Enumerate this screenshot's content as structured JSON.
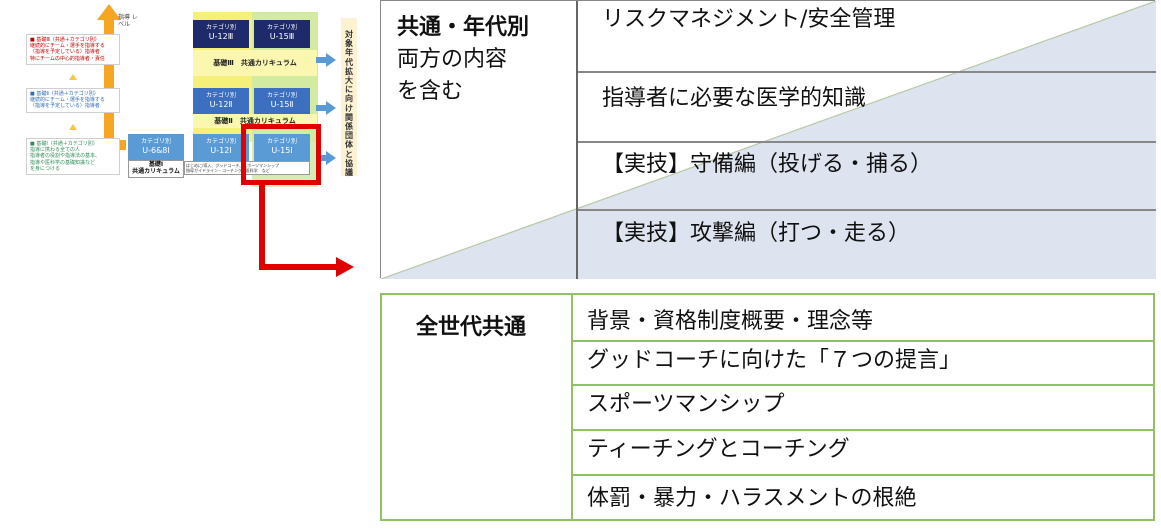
{
  "mini_diagram": {
    "guide_label": "指導\nレベル",
    "levels": [
      {
        "title": "■ 基礎Ⅲ（共通＋カテゴリ別）",
        "body": "継続的にチーム・選手を指導する\n（指導を予定している）指導者\n特にチームの中心的指導者・責任"
      },
      {
        "title": "■ 基礎Ⅱ（共通＋カテゴリ別）",
        "body": "継続的にチーム・選手を指導する\n（指導を予定している）指導者"
      },
      {
        "title": "■ 基礎Ⅰ（共通＋カテゴリ別）",
        "body": "指導に携わる全ての人\n指導者の役割や指導法の基本、\n指導や医科学の基礎知識など\nを身につける"
      }
    ],
    "categories": {
      "u12_3": {
        "small": "カテゴリ別",
        "big": "U-12Ⅲ"
      },
      "u15_3": {
        "small": "カテゴリ別",
        "big": "U-15Ⅲ"
      },
      "u12_2": {
        "small": "カテゴリ別",
        "big": "U-12Ⅱ"
      },
      "u15_2": {
        "small": "カテゴリ別",
        "big": "U-15Ⅱ"
      },
      "u68_1": {
        "small": "カテゴリ別",
        "big": "U-6&8Ⅰ"
      },
      "u12_1": {
        "small": "カテゴリ別",
        "big": "U-12Ⅰ"
      },
      "u15_1": {
        "small": "カテゴリ別",
        "big": "U-15Ⅰ"
      }
    },
    "kiso3": "基礎Ⅲ　共通カリキュラム",
    "kiso2": "基礎Ⅱ　共通カリキュラム",
    "kiso1": "基礎Ⅰ\n共通カリキュラム",
    "tiny_text": "はじめに/導入、グッドコーチ、スポーツマンシップ\n指導ガイドライン・コーチング、医科学　など",
    "vertical_label": "対象年代拡大に向け関係団体と協議"
  },
  "top_table": {
    "header": "共通・年代別",
    "sub1": "両方の内容",
    "sub2": "を含む",
    "rows": [
      "リスクマネジメント/安全管理",
      "指導者に必要な医学的知識",
      "【実技】守備編（投げる・捕る）",
      "【実技】攻撃編（打つ・走る）"
    ]
  },
  "bottom_table": {
    "header": "全世代共通",
    "rows": [
      "背景・資格制度概要・理念等",
      "グッドコーチに向けた「７つの提言」",
      "スポーツマンシップ",
      "ティーチングとコーチング",
      "体罰・暴力・ハラスメントの根絶"
    ]
  },
  "colors": {
    "accent_red": "#e00000",
    "table_green": "#8fc167",
    "diag_fill_blue": "#dde3ef",
    "orange": "#f5a623",
    "navy": "#1f2a6b"
  }
}
